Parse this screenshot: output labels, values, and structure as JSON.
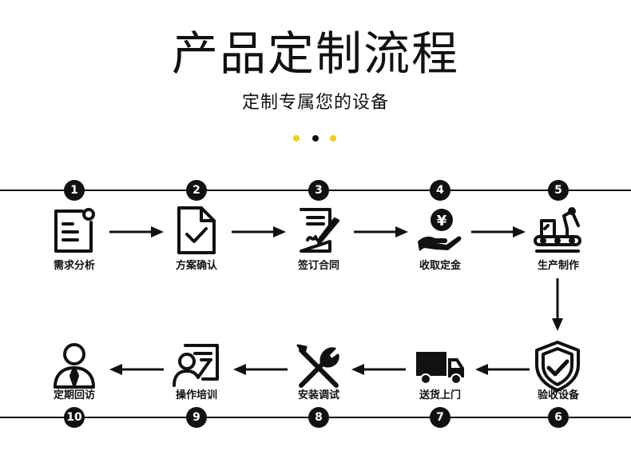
{
  "title": "产品定制流程",
  "subtitle": "定制专属您的设备",
  "colors": {
    "accent": "#f5cc1a",
    "dark": "#111111"
  },
  "dots": [
    "#f5cc1a",
    "#111111",
    "#f5cc1a"
  ],
  "steps": [
    {
      "num": "1",
      "label": "需求分析",
      "icon": "document-icon"
    },
    {
      "num": "2",
      "label": "方案确认",
      "icon": "document-check-icon"
    },
    {
      "num": "3",
      "label": "签订合同",
      "icon": "contract-sign-icon"
    },
    {
      "num": "4",
      "label": "收取定金",
      "icon": "hand-yen-icon"
    },
    {
      "num": "5",
      "label": "生产制作",
      "icon": "factory-robot-icon"
    },
    {
      "num": "6",
      "label": "验收设备",
      "icon": "shield-check-icon"
    },
    {
      "num": "7",
      "label": "送货上门",
      "icon": "truck-icon"
    },
    {
      "num": "8",
      "label": "安装调试",
      "icon": "tools-icon"
    },
    {
      "num": "9",
      "label": "操作培训",
      "icon": "training-board-icon"
    },
    {
      "num": "10",
      "label": "定期回访",
      "icon": "user-icon"
    }
  ]
}
